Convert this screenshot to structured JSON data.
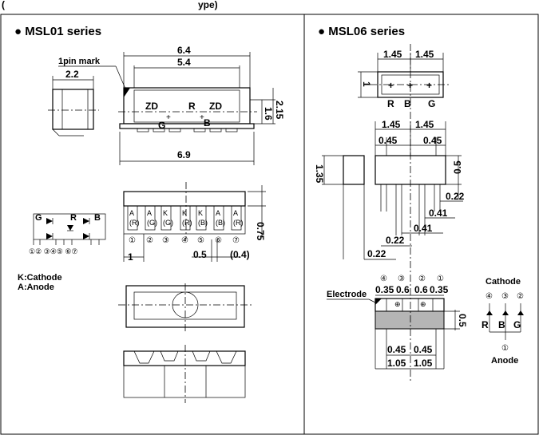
{
  "header_fragment": "(",
  "header_fragment_right": "ype)",
  "panels": {
    "msl01": {
      "title": "● MSL01 series",
      "top_view": {
        "pin_mark_label": "1pin mark",
        "dim_64": "6.4",
        "dim_54": "5.4",
        "dim_22": "2.2",
        "dim_69": "6.9",
        "dim_16": "1.6",
        "dim_215": "2.15",
        "chip_labels": [
          "ZD",
          "R",
          "ZD",
          "G",
          "B"
        ]
      },
      "front_view": {
        "dim_075": "0.75",
        "dim_1": "1",
        "dim_05": "0.5",
        "dim_04": "(0.4)",
        "pad_labels": [
          "A\n(R)",
          "A\n(G)",
          "K\n(G)",
          "K\n(R)",
          "K\n(B)",
          "A\n(B)",
          "A\n(R)"
        ],
        "pad_numbers": [
          "①",
          "②",
          "③",
          "④",
          "⑤",
          "⑥",
          "⑦"
        ]
      },
      "circuit": {
        "labels": [
          "G",
          "R",
          "B"
        ],
        "pin_numbers": "①② ③④⑤ ⑥⑦",
        "legend_cathode": "K:Cathode",
        "legend_anode": "A:Anode"
      }
    },
    "msl06": {
      "title": "● MSL06 series",
      "top_view": {
        "dim_145a": "1.45",
        "dim_145b": "1.45",
        "dim_1": "1",
        "plus_labels": [
          "+",
          "+",
          "+"
        ],
        "rbg": [
          "R",
          "B",
          "G"
        ]
      },
      "side_view": {
        "dim_145a": "1.45",
        "dim_145b": "1.45",
        "dim_045a": "0.45",
        "dim_045b": "0.45",
        "dim_135": "1.35",
        "dim_05": "0.5",
        "dim_022a": "0.22",
        "dim_041a": "0.41",
        "dim_041b": "0.41",
        "dim_022b": "0.22",
        "dim_022c": "0.22"
      },
      "bottom_view": {
        "electrode_label": "Electrode",
        "circled_numbers": [
          "④",
          "③",
          "②",
          "①"
        ],
        "dims_top": [
          "0.35",
          "0.6",
          "0.6",
          "0.35"
        ],
        "dim_05": "0.5",
        "dim_045a": "0.45",
        "dim_045b": "0.45",
        "dim_105a": "1.05",
        "dim_105b": "1.05"
      },
      "circuit": {
        "cathode_label": "Cathode",
        "top_numbers": [
          "④",
          "③",
          "②"
        ],
        "letters": [
          "R",
          "B",
          "G"
        ],
        "bottom_number": "①",
        "anode_label": "Anode"
      }
    }
  }
}
